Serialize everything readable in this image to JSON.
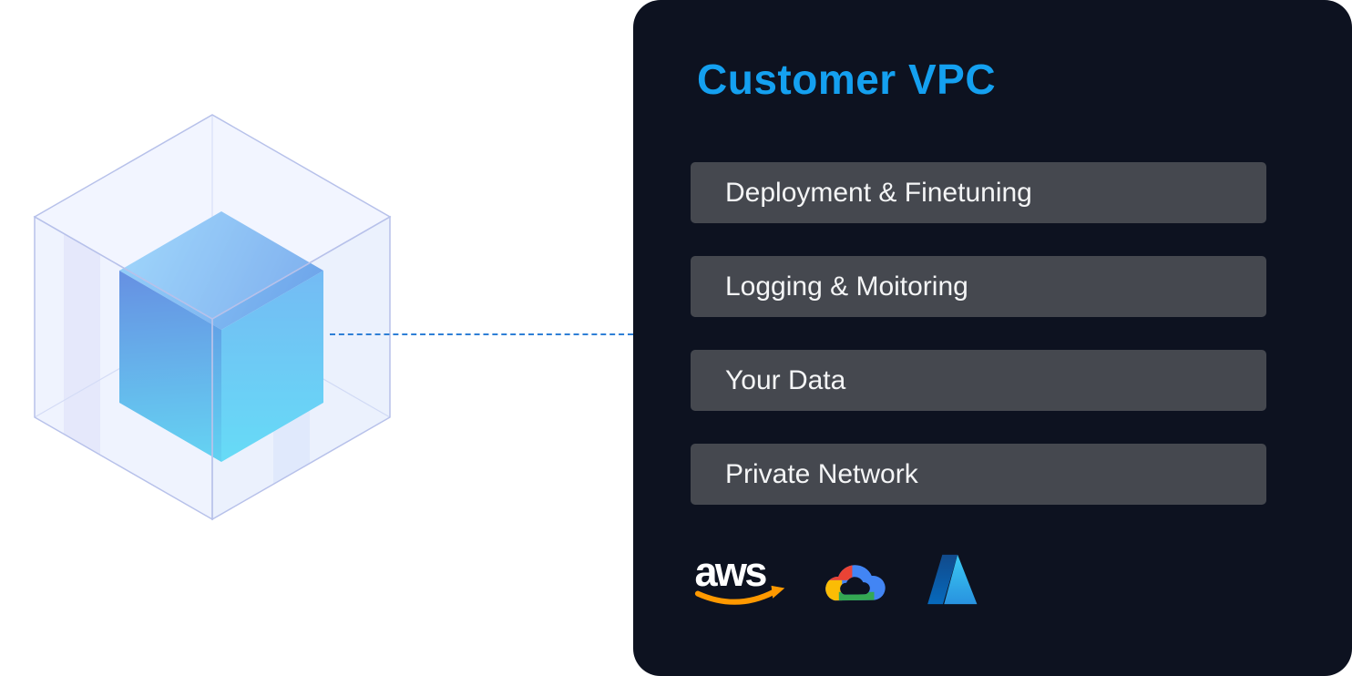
{
  "panel": {
    "title": "Customer VPC",
    "items": [
      {
        "label": "Deployment & Finetuning"
      },
      {
        "label": "Logging & Moitoring"
      },
      {
        "label": "Your Data"
      },
      {
        "label": "Private Network"
      }
    ],
    "logos": [
      {
        "name": "aws-logo",
        "text": "aws"
      },
      {
        "name": "google-cloud-logo"
      },
      {
        "name": "azure-logo"
      }
    ]
  },
  "colors": {
    "background": "#ffffff",
    "panel_bg": "#0d1220",
    "bar_bg": "#45484f",
    "bar_text": "#f4f5f6",
    "title_accent": "#14a0f0",
    "connector_blue": "#2e7fd6",
    "cube_blue_dark": "#1257d2",
    "cube_cyan": "#18d4f4",
    "glass_tint": "#e7ebfc",
    "aws_orange": "#FF9900",
    "gcp_blue": "#4285F4",
    "gcp_red": "#EA4335",
    "gcp_yellow": "#FBBC05",
    "gcp_green": "#34A853",
    "azure_dark": "#114A8B",
    "azure_light": "#3CCBF4"
  }
}
